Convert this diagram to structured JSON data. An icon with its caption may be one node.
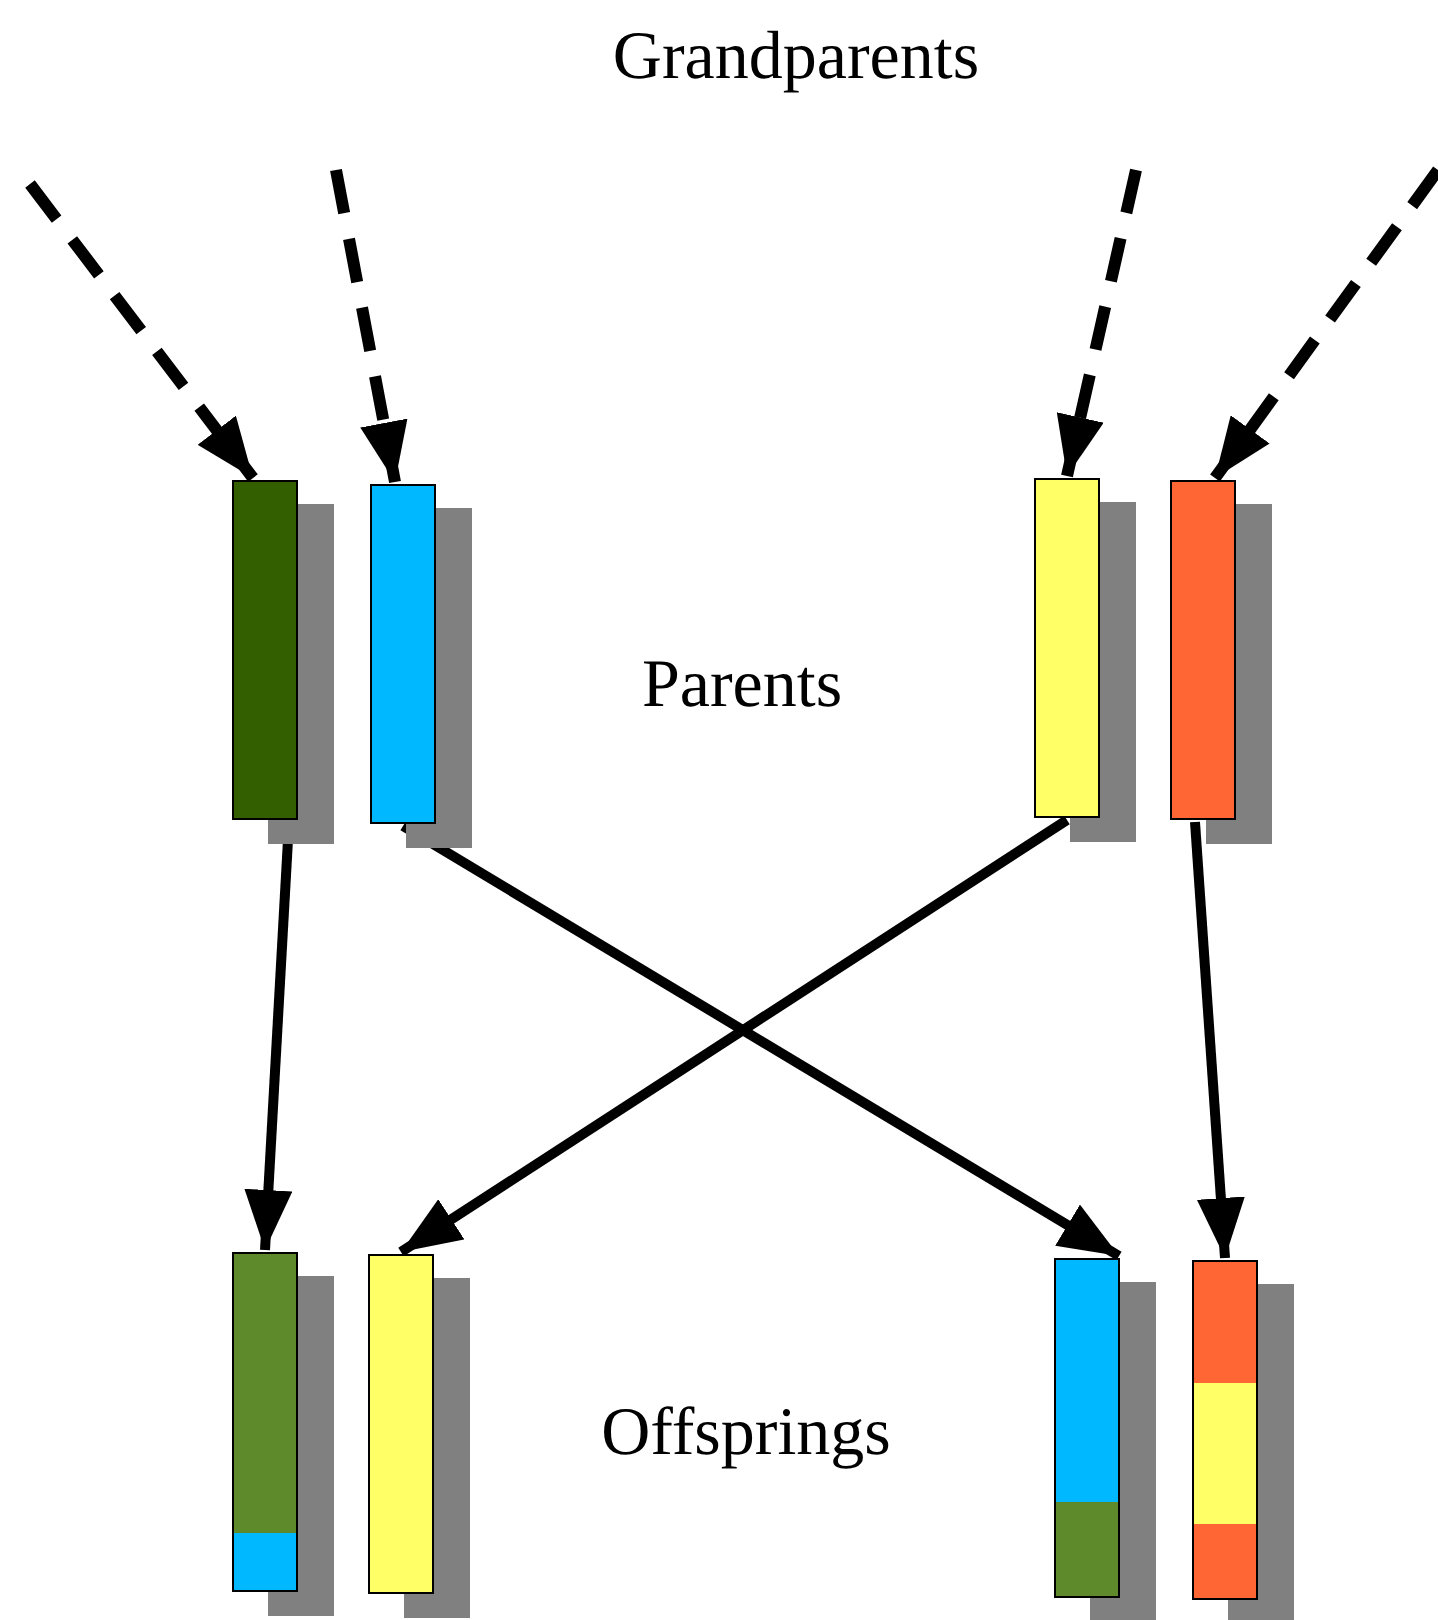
{
  "diagram": {
    "nodes": [
      {
        "text": [],
        "shape": "bar"
      },
      {
        "text": [],
        "shape": "bar"
      },
      {
        "text": [],
        "shape": "bar"
      },
      {
        "text": [],
        "shape": "bar"
      },
      {
        "text": [],
        "shape": "bar"
      },
      {
        "text": [],
        "shape": "bar"
      },
      {
        "text": [],
        "shape": "bar"
      },
      {
        "text": [],
        "shape": "bar"
      }
    ],
    "edges": [
      {
        "from": null,
        "to": 0,
        "arrow": "to",
        "style": "dashed"
      },
      {
        "from": null,
        "to": 1,
        "arrow": "to",
        "style": "dashed"
      },
      {
        "from": null,
        "to": 2,
        "arrow": "to",
        "style": "dashed"
      },
      {
        "from": null,
        "to": 3,
        "arrow": "to",
        "style": "dashed"
      },
      {
        "from": 0,
        "to": 4,
        "arrow": "to"
      },
      {
        "from": 1,
        "to": 6,
        "arrow": "to"
      },
      {
        "from": 2,
        "to": 5,
        "arrow": "to"
      },
      {
        "from": 3,
        "to": 7,
        "arrow": "to"
      }
    ],
    "labels": [
      "Grandparents",
      "Parents",
      "Offsprings"
    ]
  }
}
